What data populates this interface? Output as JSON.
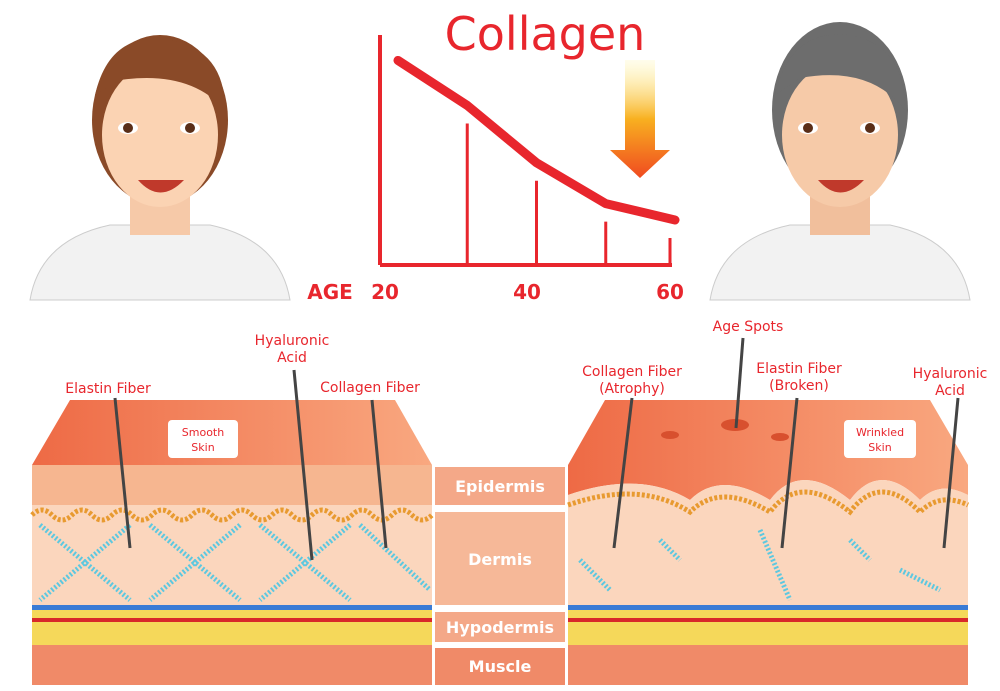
{
  "title": "Collagen",
  "axis": {
    "label": "AGE",
    "ticks": [
      "20",
      "40",
      "60"
    ]
  },
  "chart_data": {
    "type": "line",
    "title": "Collagen",
    "xlabel": "AGE",
    "x": [
      20,
      30,
      40,
      50,
      60
    ],
    "values": [
      100,
      78,
      50,
      30,
      22
    ],
    "ylim": [
      0,
      110
    ]
  },
  "left_labels": {
    "elastin": "Elastin Fiber",
    "hyaluronic_1": "Hyaluronic",
    "hyaluronic_2": "Acid",
    "collagen": "Collagen Fiber",
    "tag_1": "Smooth",
    "tag_2": "Skin"
  },
  "right_labels": {
    "age_spots": "Age Spots",
    "collagen_1": "Collagen Fiber",
    "collagen_2": "(Atrophy)",
    "elastin_1": "Elastin Fiber",
    "elastin_2": "(Broken)",
    "hyaluronic_1": "Hyaluronic",
    "hyaluronic_2": "Acid",
    "tag_1": "Wrinkled",
    "tag_2": "Skin"
  },
  "layers": [
    "Epidermis",
    "Dermis",
    "Hypodermis",
    "Muscle"
  ],
  "colors": {
    "accent": "#e8262d",
    "skin_top": "#f07a55",
    "dermis": "#f8c9a8",
    "fiber": "#5cc8e0",
    "fat": "#f5d020"
  }
}
